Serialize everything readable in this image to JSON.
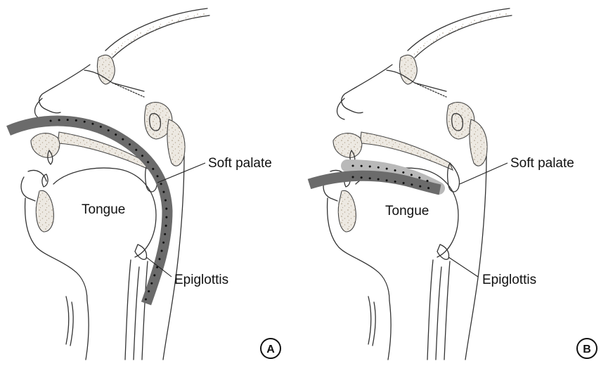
{
  "figure": {
    "panels": [
      {
        "id": "A",
        "badge": "A",
        "labels": {
          "soft_palate": "Soft palate",
          "tongue": "Tongue",
          "epiglottis": "Epiglottis"
        }
      },
      {
        "id": "B",
        "badge": "B",
        "labels": {
          "soft_palate": "Soft palate",
          "tongue": "Tongue",
          "epiglottis": "Epiglottis"
        }
      }
    ]
  },
  "colors": {
    "tube": "#6b6b6b",
    "tube_light": "#b9b9b9",
    "tube_dots": "#111111",
    "outline": "#333333",
    "bone_fill": "#ede9e2"
  }
}
